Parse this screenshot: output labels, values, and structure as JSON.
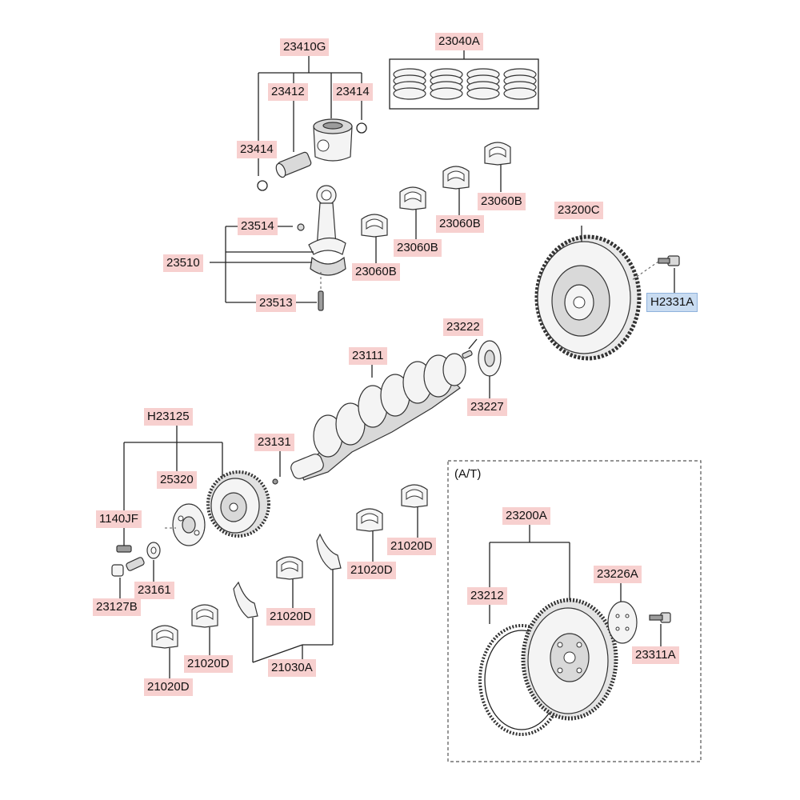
{
  "labels": {
    "p23410G": "23410G",
    "p23040A": "23040A",
    "p23412": "23412",
    "p23414_right": "23414",
    "p23414_left": "23414",
    "p23514": "23514",
    "p23510": "23510",
    "p23513": "23513",
    "p23060B_1": "23060B",
    "p23060B_2": "23060B",
    "p23060B_3": "23060B",
    "p23060B_4": "23060B",
    "p23200C": "23200C",
    "pH2331A": "H2331A",
    "p23222": "23222",
    "p23111": "23111",
    "p23227": "23227",
    "pH23125": "H23125",
    "p23131": "23131",
    "p25320": "25320",
    "p1140JF": "1140JF",
    "p23161": "23161",
    "p23127B": "23127B",
    "p21020D_1": "21020D",
    "p21020D_2": "21020D",
    "p21020D_3": "21020D",
    "p21020D_4": "21020D",
    "p21020D_5": "21020D",
    "p21030A": "21030A",
    "p23200A": "23200A",
    "p23212": "23212",
    "p23226A": "23226A",
    "p23311A": "23311A"
  },
  "at_section": {
    "title": "(A/T)"
  },
  "colors": {
    "label_bg": "#f7d0cf",
    "highlight_bg": "#c9dcf1",
    "line": "#222222"
  }
}
